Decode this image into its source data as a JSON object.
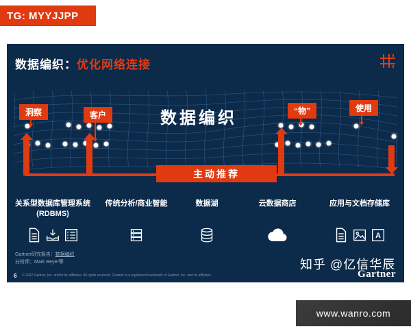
{
  "colors": {
    "accent_red": "#e23a10",
    "slide_navy": "#0c2a4a",
    "banner_black": "#2b2b2b"
  },
  "top_banner": {
    "text": "TG: MYYJJPP"
  },
  "slide": {
    "title": {
      "prefix": "数据编织：",
      "highlight": "优化网络连接"
    },
    "mesh_labels": {
      "insight": "洞察",
      "customer": "客户",
      "center": "数据编织",
      "things": "“物”",
      "use": "使用"
    },
    "banner": "主动推荐",
    "categories": [
      {
        "label": "关系型数据库管理系统",
        "sublabel": "(RDBMS)",
        "icons": [
          "document-icon",
          "inbox-icon",
          "list-icon"
        ]
      },
      {
        "label": "传统分析/商业智能",
        "sublabel": "",
        "icons": [
          "server-icon"
        ]
      },
      {
        "label": "数据湖",
        "sublabel": "",
        "icons": [
          "database-icon"
        ]
      },
      {
        "label": "云数据商店",
        "sublabel": "",
        "icons": [
          "cloud-icon"
        ]
      },
      {
        "label": "应用与文档存储库",
        "sublabel": "",
        "icons": [
          "document-icon",
          "image-icon",
          "letter-a-icon"
        ]
      }
    ],
    "footnote": {
      "source_label": "Gartner研究报告：",
      "source_link": "数据编织",
      "analyst": "分析师：Mark Beyer等"
    },
    "page_number": "6",
    "copyright": "© 2022 Gartner, Inc. and/or its affiliates. All rights reserved. Gartner is a registered trademark of Gartner, Inc. and its affiliates.",
    "watermark": "知乎 @亿信华辰",
    "logo": "Gartner"
  },
  "bottom_banner": {
    "text": "www.wanro.com"
  }
}
